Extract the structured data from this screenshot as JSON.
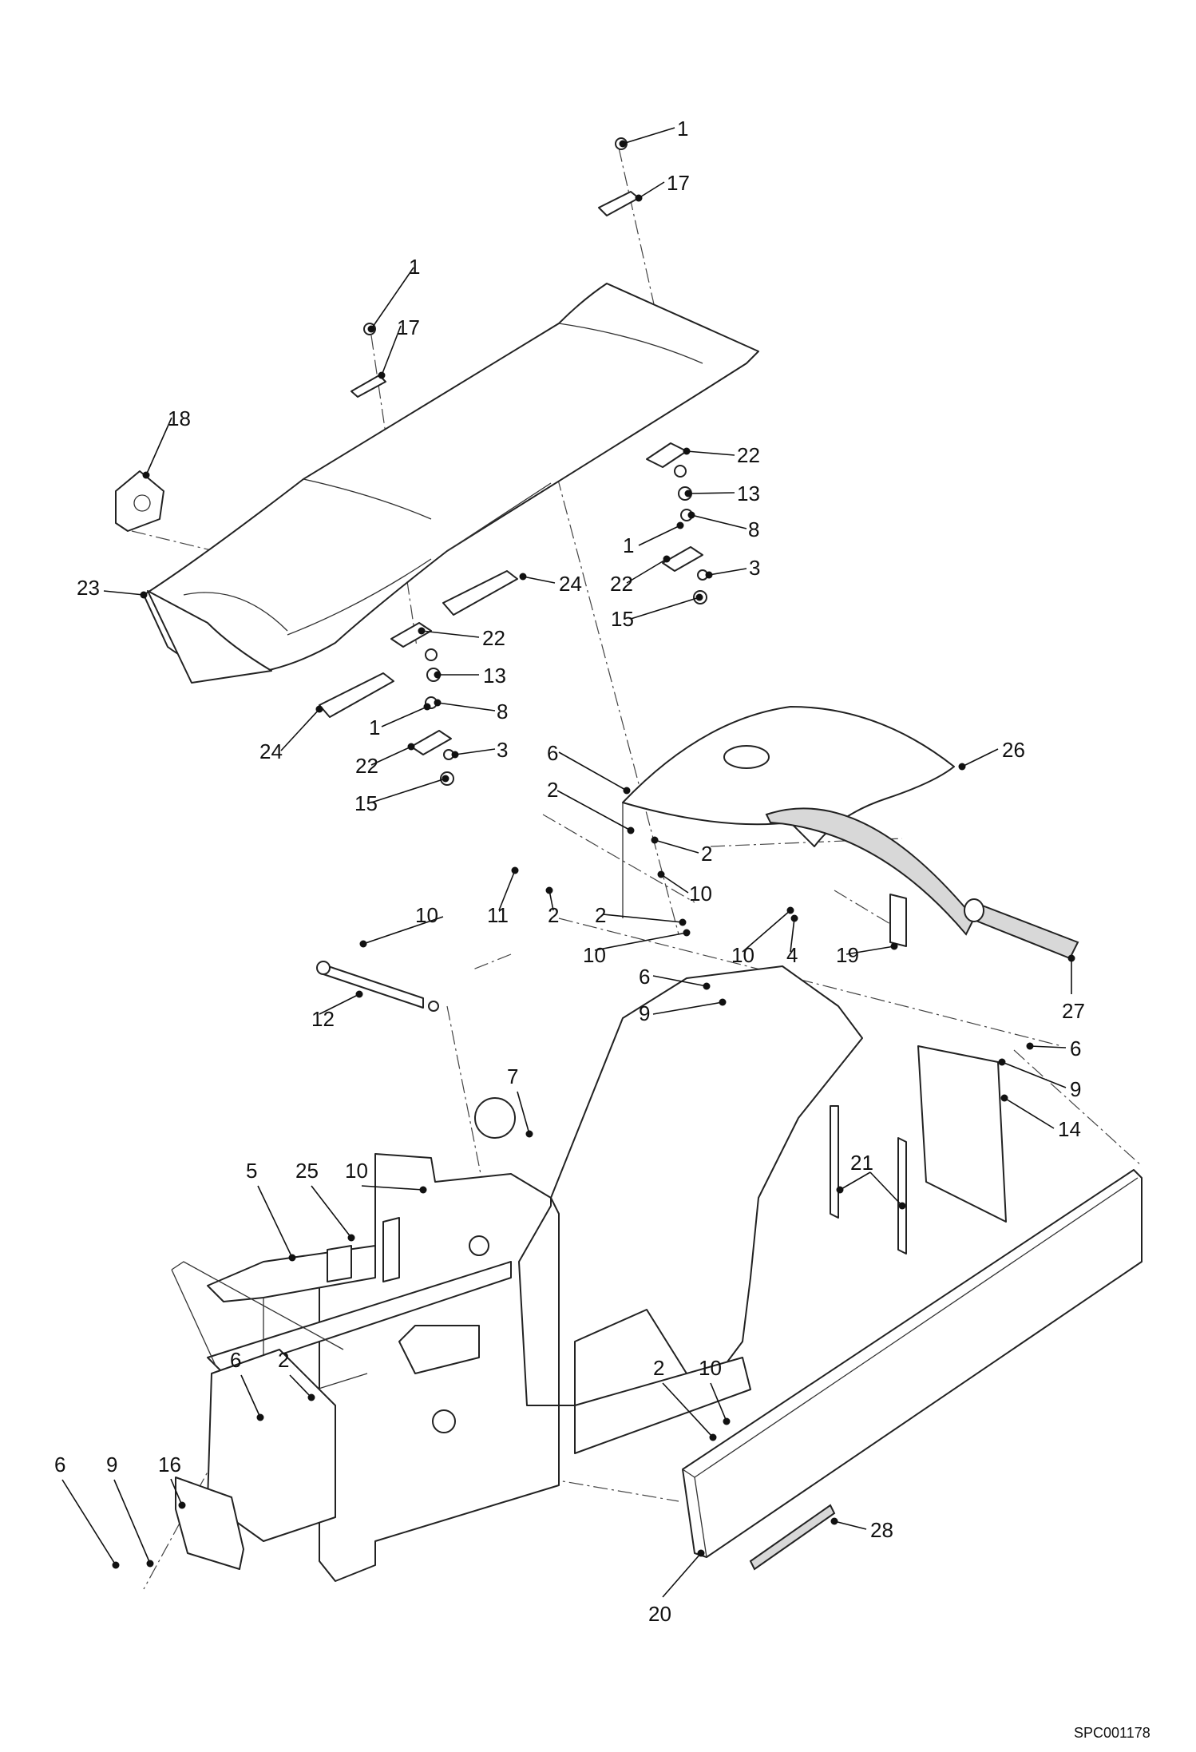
{
  "drawing": {
    "code": "SPC001178",
    "callouts": [
      {
        "id": "c1a",
        "label": "1"
      },
      {
        "id": "c17a",
        "label": "17"
      },
      {
        "id": "c1b",
        "label": "1"
      },
      {
        "id": "c17b",
        "label": "17"
      },
      {
        "id": "c18",
        "label": "18"
      },
      {
        "id": "c22a",
        "label": "22"
      },
      {
        "id": "c13a",
        "label": "13"
      },
      {
        "id": "c8a",
        "label": "8"
      },
      {
        "id": "c1c",
        "label": "1"
      },
      {
        "id": "c22b",
        "label": "22"
      },
      {
        "id": "c3a",
        "label": "3"
      },
      {
        "id": "c15a",
        "label": "15"
      },
      {
        "id": "c24a",
        "label": "24"
      },
      {
        "id": "c23",
        "label": "23"
      },
      {
        "id": "c22c",
        "label": "22"
      },
      {
        "id": "c13b",
        "label": "13"
      },
      {
        "id": "c8b",
        "label": "8"
      },
      {
        "id": "c1d",
        "label": "1"
      },
      {
        "id": "c24b",
        "label": "24"
      },
      {
        "id": "c22d",
        "label": "22"
      },
      {
        "id": "c3b",
        "label": "3"
      },
      {
        "id": "c15b",
        "label": "15"
      },
      {
        "id": "c26",
        "label": "26"
      },
      {
        "id": "c6a",
        "label": "6"
      },
      {
        "id": "c2a",
        "label": "2"
      },
      {
        "id": "c2b",
        "label": "2"
      },
      {
        "id": "c10a",
        "label": "10"
      },
      {
        "id": "c11",
        "label": "11"
      },
      {
        "id": "c2c",
        "label": "2"
      },
      {
        "id": "c2d",
        "label": "2"
      },
      {
        "id": "c10b",
        "label": "10"
      },
      {
        "id": "c10c",
        "label": "10"
      },
      {
        "id": "c4",
        "label": "4"
      },
      {
        "id": "c19",
        "label": "19"
      },
      {
        "id": "c27",
        "label": "27"
      },
      {
        "id": "c10d",
        "label": "10"
      },
      {
        "id": "c12",
        "label": "12"
      },
      {
        "id": "c6b",
        "label": "6"
      },
      {
        "id": "c9a",
        "label": "9"
      },
      {
        "id": "c6c",
        "label": "6"
      },
      {
        "id": "c9b",
        "label": "9"
      },
      {
        "id": "c14",
        "label": "14"
      },
      {
        "id": "c7",
        "label": "7"
      },
      {
        "id": "c21",
        "label": "21"
      },
      {
        "id": "c5",
        "label": "5"
      },
      {
        "id": "c25",
        "label": "25"
      },
      {
        "id": "c10e",
        "label": "10"
      },
      {
        "id": "c6d",
        "label": "6"
      },
      {
        "id": "c2e",
        "label": "2"
      },
      {
        "id": "c2f",
        "label": "2"
      },
      {
        "id": "c10f",
        "label": "10"
      },
      {
        "id": "c6e",
        "label": "6"
      },
      {
        "id": "c9c",
        "label": "9"
      },
      {
        "id": "c16",
        "label": "16"
      },
      {
        "id": "c28",
        "label": "28"
      },
      {
        "id": "c20",
        "label": "20"
      }
    ]
  }
}
